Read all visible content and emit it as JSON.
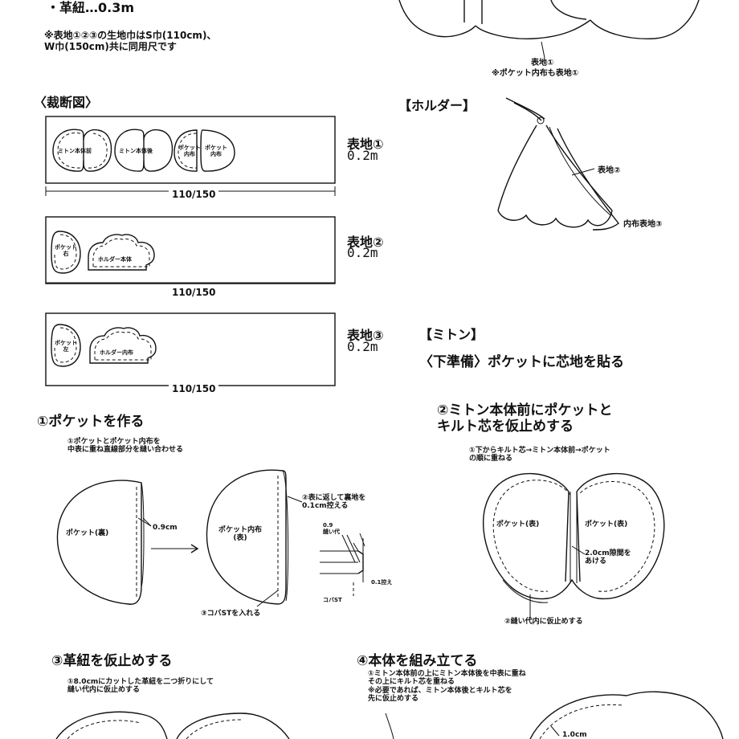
{
  "materials": {
    "leather_cord": "・革紐…0.3m",
    "note": "※表地①②③の生地巾はS巾(110cm)、\nW巾(150cm)共に同用尺です"
  },
  "top_right": {
    "label": "表地①",
    "note": "※ポケット内布も表地①"
  },
  "cutting": {
    "heading": "〈裁断図〉",
    "width_label": "110/150",
    "panels": [
      {
        "fabric": "表地①",
        "length": "0.2m",
        "pieces": [
          "ミトン本体前",
          "ミトン本体後",
          "ポケット\n内布",
          "ポケット\n内布"
        ]
      },
      {
        "fabric": "表地②",
        "length": "0.2m",
        "pieces": [
          "ポケット\n右",
          "ホルダー本体"
        ]
      },
      {
        "fabric": "表地③",
        "length": "0.2m",
        "pieces": [
          "ポケット\n左",
          "ホルダー内布"
        ]
      }
    ]
  },
  "holder": {
    "heading": "【ホルダー】",
    "label_outer": "表地②",
    "label_inner": "内布表地③"
  },
  "mitten": {
    "heading": "【ミトン】",
    "prep": "〈下準備〉ポケットに芯地を貼る"
  },
  "step1": {
    "heading": "①ポケットを作る",
    "instruction": "①ポケットとポケット内布を\n中表に重ね直線部分を縫い合わせる",
    "label_pocket_back": "ポケット(裏)",
    "measure": "0.9cm",
    "label_pocket_lining": "ポケット内布\n(表)",
    "note2": "②表に返して裏地を\n0.1cm控える",
    "note3": "③コバSTを入れる",
    "detail_seam": "0.9\n縫い代",
    "detail_offset": "0.1控え",
    "detail_st": "コバST"
  },
  "step2": {
    "heading": "②ミトン本体前にポケットと\nキルト芯を仮止めする",
    "instruction": "①下からキルト芯→ミトン本体前→ポケット\nの順に重ねる",
    "label_left": "ポケット(表)",
    "label_right": "ポケット(表)",
    "gap": "2.0cm隙間を\nあける",
    "note": "②縫い代内に仮止めする"
  },
  "step3": {
    "heading": "③革紐を仮止めする",
    "instruction": "①8.0cmにカットした革紐を二つ折りにして\n縫い代内に仮止めする"
  },
  "step4": {
    "heading": "④本体を組み立てる",
    "instruction": "①ミトン本体前の上にミトン本体後を中表に重ね\nその上にキルト芯を重ねる\n※必要であれば、ミトン本体後とキルト芯を\n先に仮止めする",
    "measure": "1.0cm"
  }
}
